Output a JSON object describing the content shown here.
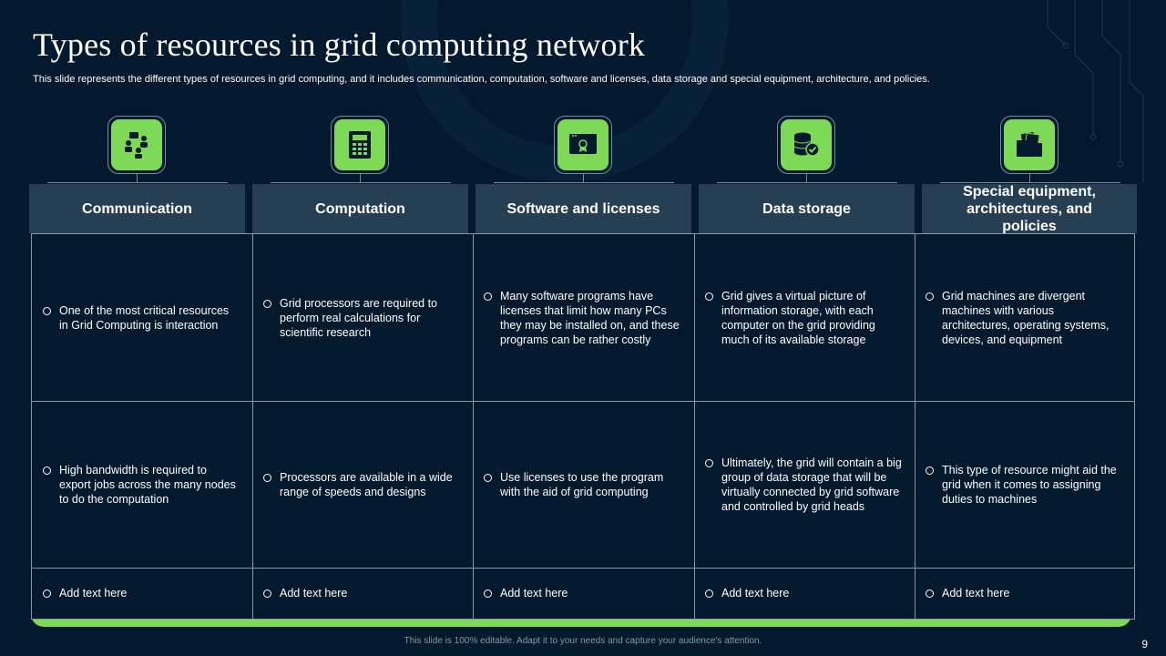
{
  "title": "Types of resources in grid computing network",
  "subtitle": "This slide represents the different types of resources in grid computing, and it includes communication, computation, software and licenses, data storage and special equipment, architecture, and policies.",
  "accent_color": "#7ed957",
  "columns": [
    {
      "header": "Communication",
      "icon": "people-network-icon",
      "rows": [
        "One of the most critical resources in Grid Computing is interaction",
        "High bandwidth is required to export jobs across the many nodes to do the computation",
        "Add text here"
      ]
    },
    {
      "header": "Computation",
      "icon": "calculator-icon",
      "rows": [
        "Grid processors are required to perform real calculations for scientific research",
        "Processors are available in a wide range of speeds and designs",
        "Add text here"
      ]
    },
    {
      "header": "Software and licenses",
      "icon": "certificate-window-icon",
      "rows": [
        "Many software programs have licenses that limit how many PCs they may be installed on, and these programs can be rather costly",
        "Use licenses to use the program with the aid of grid computing",
        "Add text here"
      ]
    },
    {
      "header": "Data storage",
      "icon": "database-check-icon",
      "rows": [
        "Grid gives a virtual picture of information storage, with each computer on the grid providing much of its available storage",
        "Ultimately, the grid will contain a big group of data storage that will be virtually connected by grid software and controlled by grid heads",
        "Add text here"
      ]
    },
    {
      "header": "Special equipment, architectures, and policies",
      "icon": "folder-documents-icon",
      "rows": [
        "Grid machines are divergent machines with various architectures, operating systems, devices, and equipment",
        "This type of resource might aid the grid when it comes to assigning duties to machines",
        "Add text here"
      ]
    }
  ],
  "footer": "This slide is 100% editable. Adapt it to your needs and capture your audience's attention.",
  "page_number": "9"
}
